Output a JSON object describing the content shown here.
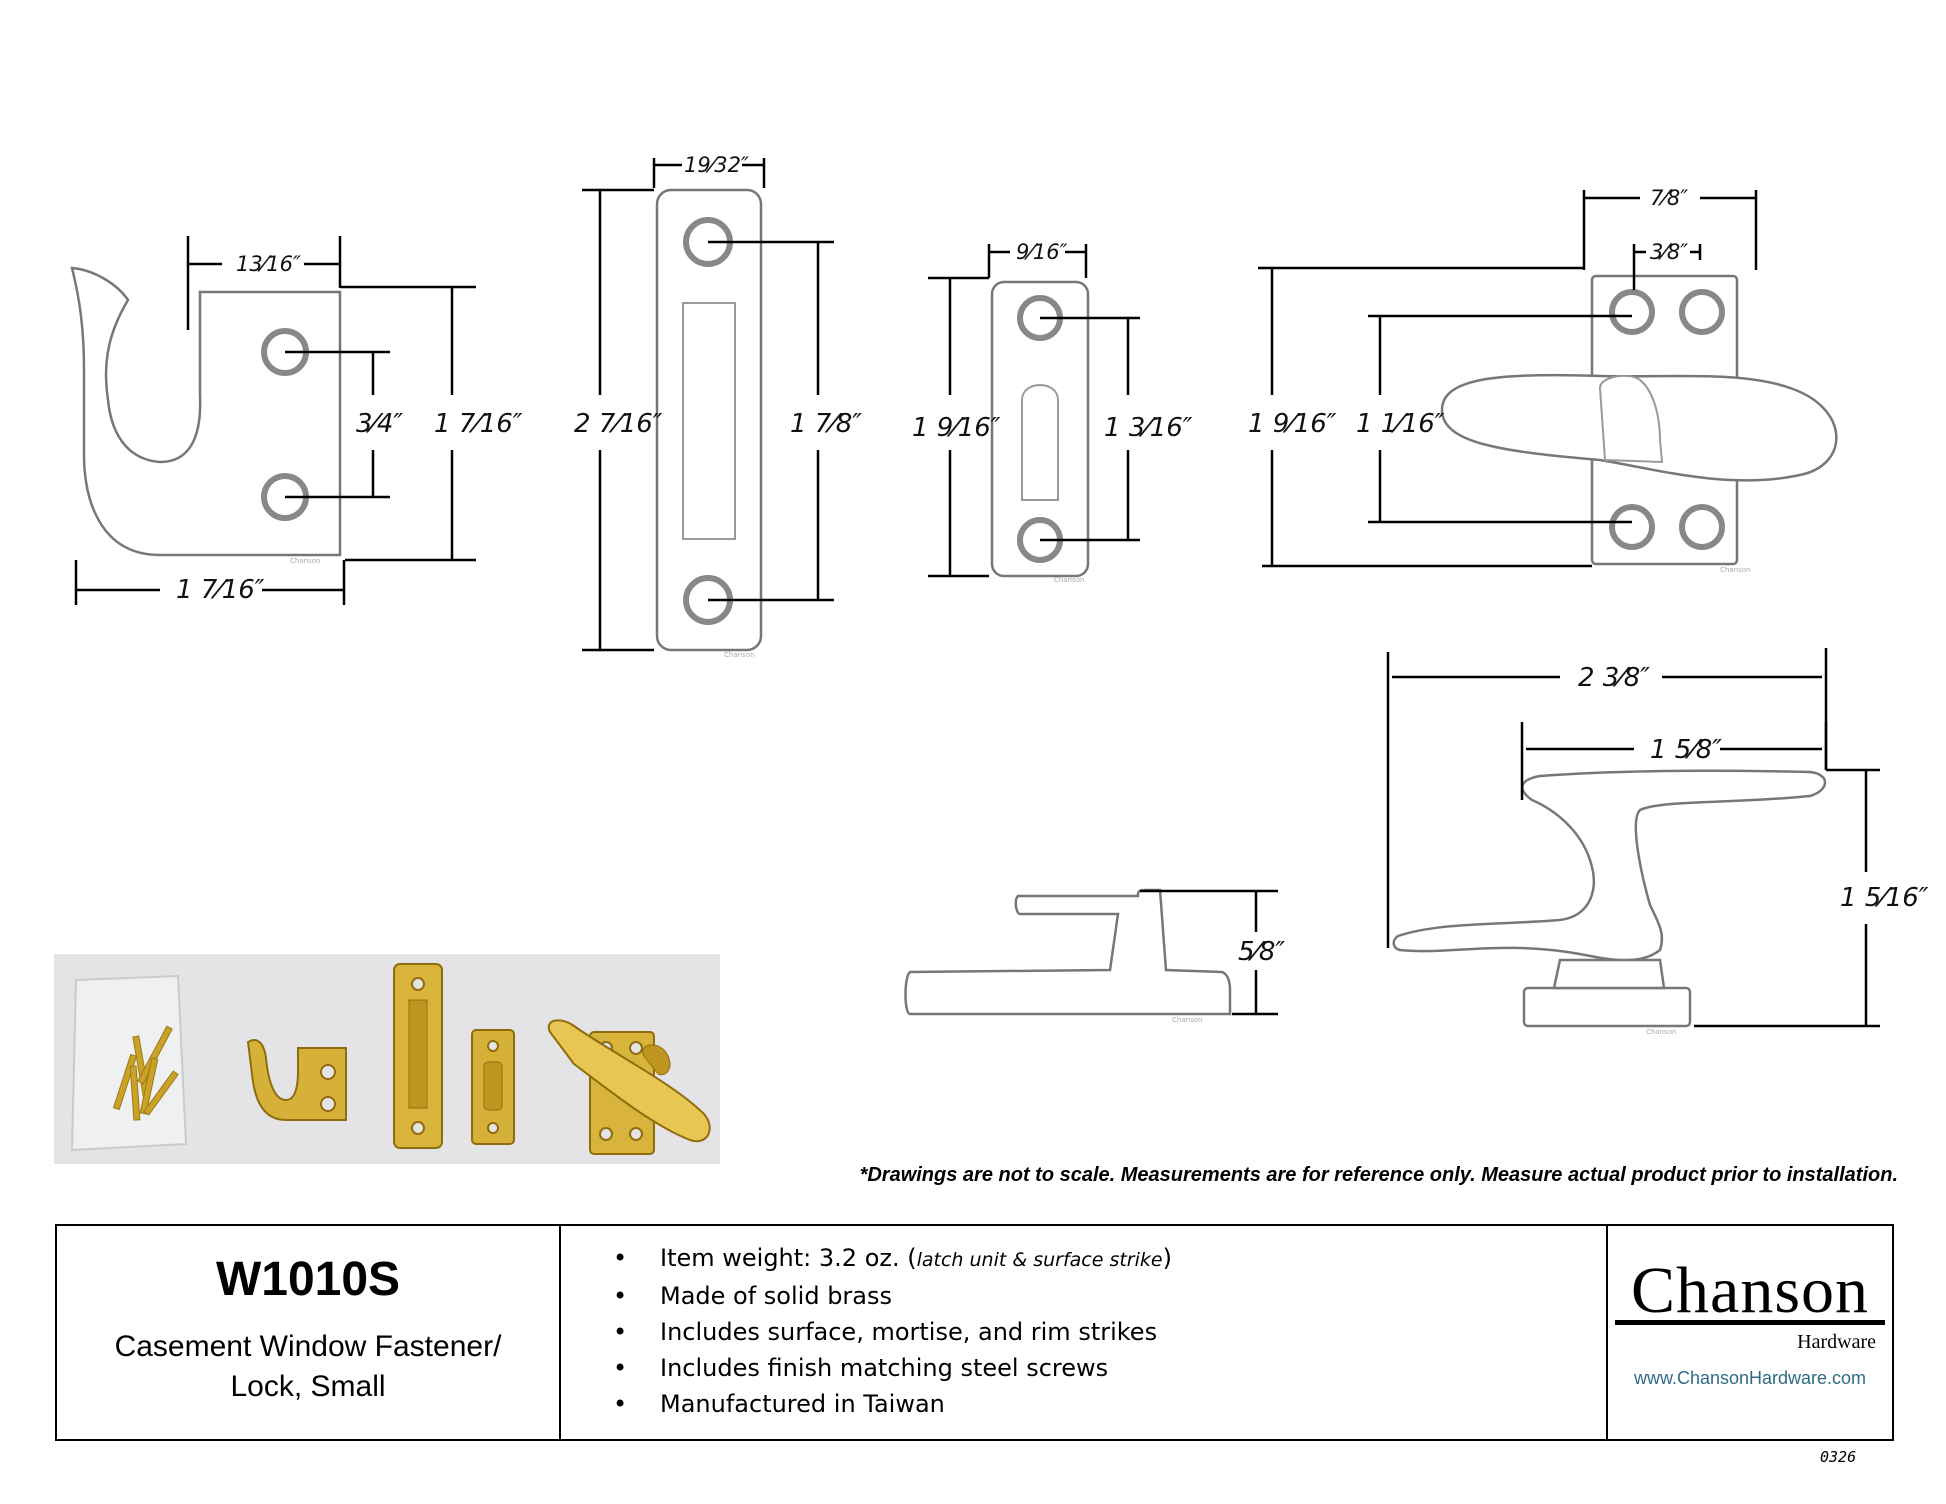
{
  "dimensions": {
    "hook_width": "13⁄16″",
    "hook_hole_spacing": "3⁄4″",
    "hook_height": "1 7⁄16″",
    "hook_length": "1 7⁄16″",
    "mortise_width": "19⁄32″",
    "mortise_height": "2 7⁄16″",
    "mortise_hole_spacing": "1 7⁄8″",
    "rim_width": "9⁄16″",
    "rim_height": "1 9⁄16″",
    "rim_hole_spacing": "1 3⁄16″",
    "latch_base_width": "7⁄8″",
    "latch_hole_offset": "3⁄8″",
    "latch_base_height": "1 9⁄16″",
    "latch_hole_spacing": "1 1⁄16″",
    "handle_length": "2 3⁄8″",
    "handle_top_length": "1 5⁄8″",
    "handle_height": "1 5⁄16″",
    "strike_height": "5⁄8″"
  },
  "watermark": "Chanson",
  "disclaimer": "*Drawings are not to scale. Measurements are for reference only. Measure actual product prior to installation.",
  "product": {
    "model": "W1010S",
    "name_line1": "Casement Window Fastener/",
    "name_line2": "Lock, Small"
  },
  "features": [
    {
      "text": "Item weight: 3.2 oz. (",
      "note": "latch unit & surface strike",
      "close": ")"
    },
    {
      "text": "Made of solid brass"
    },
    {
      "text": "Includes surface, mortise, and rim strikes"
    },
    {
      "text": "Includes finish matching steel screws"
    },
    {
      "text": "Manufactured in Taiwan"
    }
  ],
  "bullet": "•",
  "brand": {
    "name": "Chanson",
    "sub": "Hardware",
    "url": "www.ChansonHardware.com"
  },
  "doc_code": "0326",
  "colors": {
    "brass": "#c9a227",
    "brass_light": "#f2d670",
    "photo_bg": "#e4e4e6",
    "url": "#2f6b84"
  }
}
